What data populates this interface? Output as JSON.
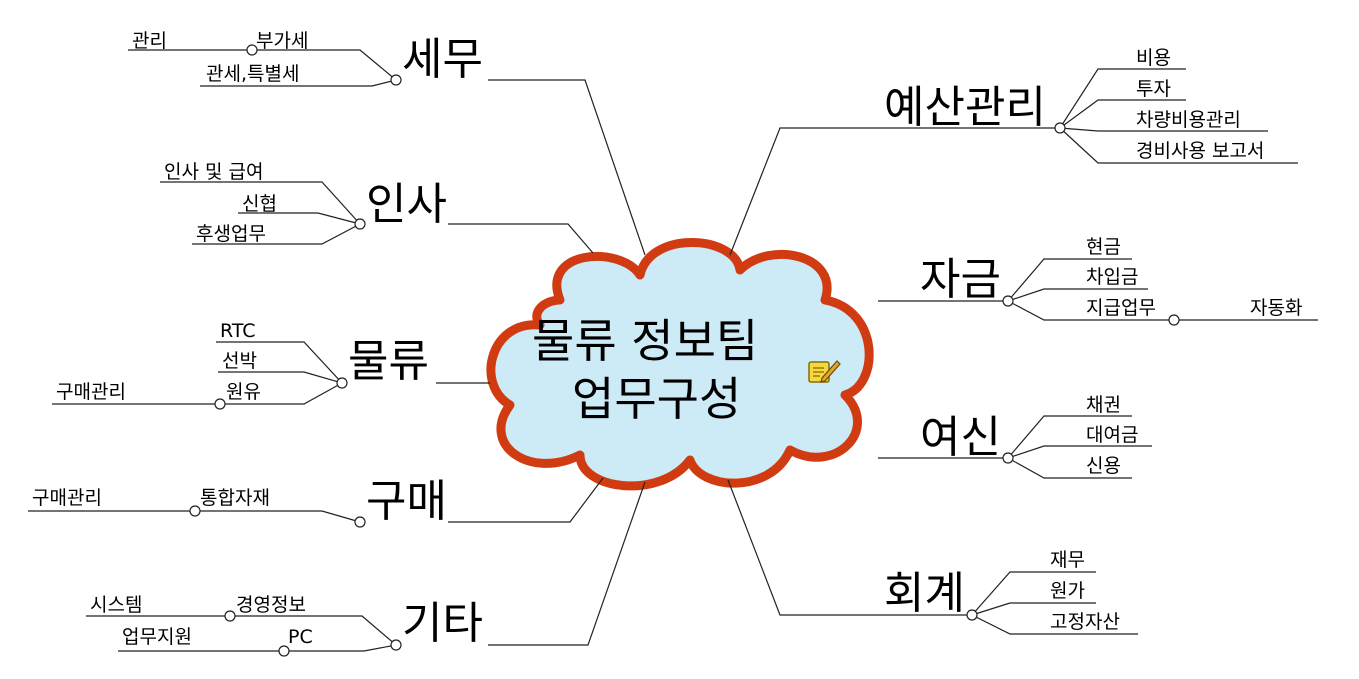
{
  "center": {
    "lines": [
      "물류 정보팀",
      "업무구성"
    ]
  },
  "colors": {
    "line": "#222222",
    "cloud_fill": "#cdeaf7",
    "cloud_border": "#d13b12",
    "node_fill": "#ffffff"
  },
  "note_icon": "note-pencil-icon",
  "topics": [
    {
      "id": "semu",
      "label": "세무",
      "children": [
        {
          "label": "부가세",
          "children": [
            {
              "label": "관리"
            }
          ]
        },
        {
          "label": "관세,특별세"
        }
      ]
    },
    {
      "id": "insa",
      "label": "인사",
      "children": [
        {
          "label": "인사 및 급여"
        },
        {
          "label": "신협"
        },
        {
          "label": "후생업무"
        }
      ]
    },
    {
      "id": "mulryu",
      "label": "물류",
      "children": [
        {
          "label": "RTC"
        },
        {
          "label": "선박"
        },
        {
          "label": "원유",
          "children": [
            {
              "label": "구매관리"
            }
          ]
        }
      ]
    },
    {
      "id": "gumae",
      "label": "구매",
      "children": [
        {
          "label": "통합자재",
          "children": [
            {
              "label": "구매관리"
            }
          ]
        }
      ]
    },
    {
      "id": "gita",
      "label": "기타",
      "children": [
        {
          "label": "경영정보",
          "children": [
            {
              "label": "시스템"
            }
          ]
        },
        {
          "label": "PC",
          "children": [
            {
              "label": "업무지원"
            }
          ]
        }
      ]
    },
    {
      "id": "yesan",
      "label": "예산관리",
      "children": [
        {
          "label": "비용"
        },
        {
          "label": "투자"
        },
        {
          "label": "차량비용관리"
        },
        {
          "label": "경비사용 보고서"
        }
      ]
    },
    {
      "id": "jageum",
      "label": "자금",
      "children": [
        {
          "label": "현금"
        },
        {
          "label": "차입금"
        },
        {
          "label": "지급업무",
          "children": [
            {
              "label": "자동화"
            }
          ]
        }
      ]
    },
    {
      "id": "yeosin",
      "label": "여신",
      "children": [
        {
          "label": "채권"
        },
        {
          "label": "대여금"
        },
        {
          "label": "신용"
        }
      ]
    },
    {
      "id": "hoegye",
      "label": "회계",
      "children": [
        {
          "label": "재무"
        },
        {
          "label": "원가"
        },
        {
          "label": "고정자산"
        }
      ]
    }
  ]
}
